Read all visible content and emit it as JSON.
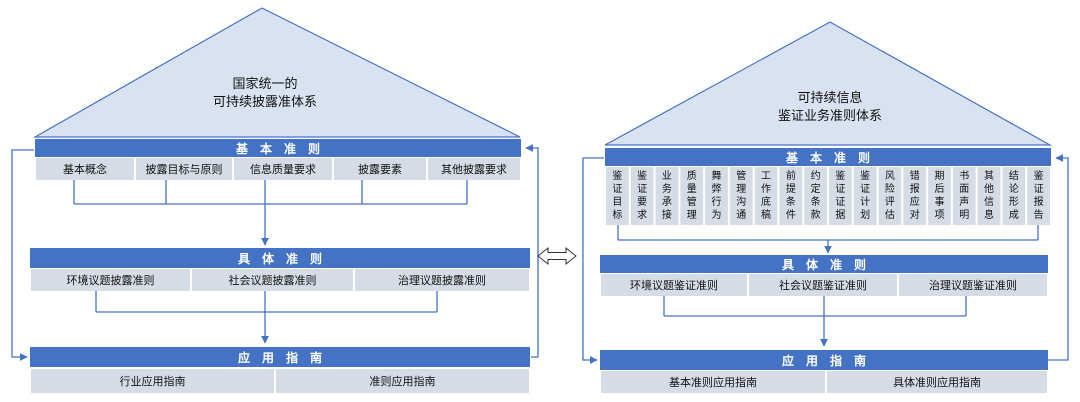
{
  "colors": {
    "bar": "#4472C4",
    "cell": "#D6DCE5",
    "roof": "#D9E2F1",
    "line": "#4472C4",
    "roof_stroke": "#4472C4"
  },
  "left": {
    "title_line1": "国家统一的",
    "title_line2": "可持续披露准体系",
    "basic_bar": "基　本　准　则",
    "basic_items": [
      "基本概念",
      "披露目标与原则",
      "信息质量要求",
      "披露要素",
      "其他披露要求"
    ],
    "specific_bar": "具　体　准　则",
    "specific_items": [
      "环境议题披露准则",
      "社会议题披露准则",
      "治理议题披露准则"
    ],
    "guide_bar": "应　用　指　南",
    "guide_items": [
      "行业应用指南",
      "准则应用指南"
    ]
  },
  "right": {
    "title_line1": "可持续信息",
    "title_line2": "鉴证业务准则体系",
    "basic_bar": "基　本　准　则",
    "basic_items": [
      "鉴证目标",
      "鉴证要求",
      "业务承接",
      "质量管理",
      "舞弊行为",
      "管理沟通",
      "工作底稿",
      "前提条件",
      "约定条款",
      "鉴证证据",
      "鉴证计划",
      "风险评估",
      "错报应对",
      "期后事项",
      "书面声明",
      "其他信息",
      "结论形成",
      "鉴证报告"
    ],
    "specific_bar": "具　体　准　则",
    "specific_items": [
      "环境议题鉴证准则",
      "社会议题鉴证准则",
      "治理议题鉴证准则"
    ],
    "guide_bar": "应　用　指　南",
    "guide_items": [
      "基本准则应用指南",
      "具体准则应用指南"
    ]
  },
  "connector_icon": "double-arrow-icon"
}
